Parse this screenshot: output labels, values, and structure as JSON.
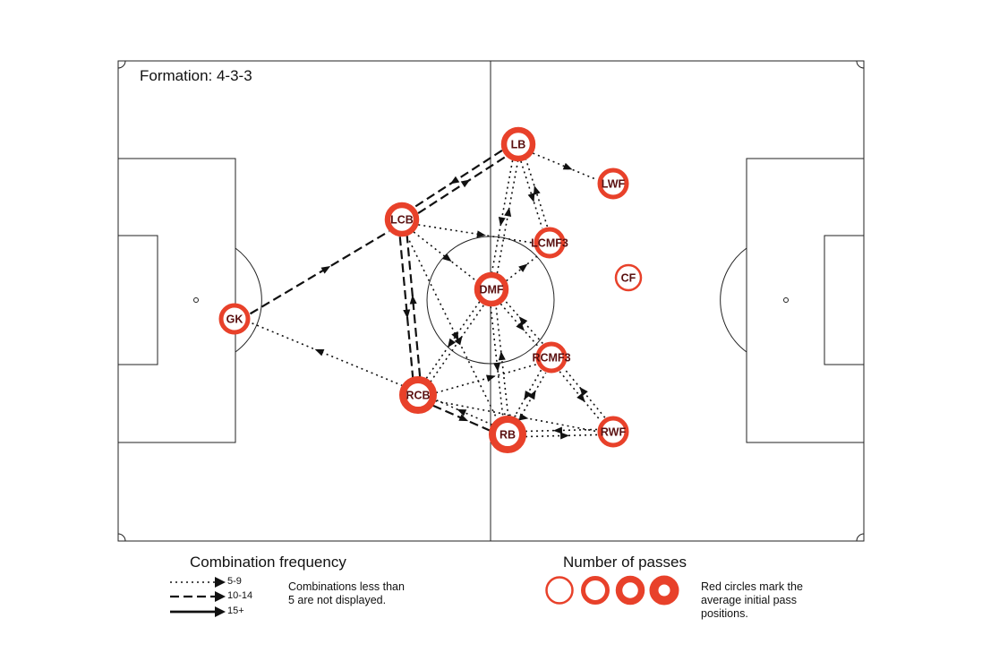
{
  "formation_label": "Formation: 4-3-3",
  "colors": {
    "accent": "#e8412a",
    "line": "#111111",
    "pitch_line": "#222222"
  },
  "chart_data": {
    "type": "pass-network",
    "players": [
      {
        "id": "LB",
        "label": "LB",
        "passes_level": 3
      },
      {
        "id": "LWF",
        "label": "LWF",
        "passes_level": 2
      },
      {
        "id": "LCB",
        "label": "LCB",
        "passes_level": 3
      },
      {
        "id": "LCMF3",
        "label": "LCMF3",
        "passes_level": 2
      },
      {
        "id": "DMF",
        "label": "DMF",
        "passes_level": 3
      },
      {
        "id": "CF",
        "label": "CF",
        "passes_level": 1
      },
      {
        "id": "GK",
        "label": "GK",
        "passes_level": 2
      },
      {
        "id": "RCMF3",
        "label": "RCMF3",
        "passes_level": 2
      },
      {
        "id": "RCB",
        "label": "RCB",
        "passes_level": 4
      },
      {
        "id": "RB",
        "label": "RB",
        "passes_level": 4
      },
      {
        "id": "RWF",
        "label": "RWF",
        "passes_level": 2
      }
    ],
    "combinations": [
      {
        "from": "LCB",
        "to": "LB",
        "freq": "10-14"
      },
      {
        "from": "LB",
        "to": "LCB",
        "freq": "10-14"
      },
      {
        "from": "GK",
        "to": "LCB",
        "freq": "10-14"
      },
      {
        "from": "LCB",
        "to": "RCB",
        "freq": "10-14"
      },
      {
        "from": "RCB",
        "to": "LCB",
        "freq": "10-14"
      },
      {
        "from": "RCB",
        "to": "RB",
        "freq": "10-14"
      },
      {
        "from": "RCB",
        "to": "GK",
        "freq": "5-9"
      },
      {
        "from": "LB",
        "to": "LWF",
        "freq": "5-9"
      },
      {
        "from": "LB",
        "to": "LCMF3",
        "freq": "5-9"
      },
      {
        "from": "LB",
        "to": "DMF",
        "freq": "5-9"
      },
      {
        "from": "DMF",
        "to": "LB",
        "freq": "5-9"
      },
      {
        "from": "LCMF3",
        "to": "LB",
        "freq": "5-9"
      },
      {
        "from": "LCB",
        "to": "LCMF3",
        "freq": "5-9"
      },
      {
        "from": "LCB",
        "to": "DMF",
        "freq": "5-9"
      },
      {
        "from": "LCB",
        "to": "RB",
        "freq": "5-9"
      },
      {
        "from": "DMF",
        "to": "RCB",
        "freq": "5-9"
      },
      {
        "from": "DMF",
        "to": "RB",
        "freq": "5-9"
      },
      {
        "from": "DMF",
        "to": "RCMF3",
        "freq": "5-9"
      },
      {
        "from": "DMF",
        "to": "LCMF3",
        "freq": "5-9"
      },
      {
        "from": "RCB",
        "to": "DMF",
        "freq": "5-9"
      },
      {
        "from": "RCB",
        "to": "RCMF3",
        "freq": "5-9"
      },
      {
        "from": "RCB",
        "to": "RWF",
        "freq": "5-9"
      },
      {
        "from": "RB",
        "to": "DMF",
        "freq": "5-9"
      },
      {
        "from": "RB",
        "to": "RCMF3",
        "freq": "5-9"
      },
      {
        "from": "RB",
        "to": "RWF",
        "freq": "5-9"
      },
      {
        "from": "RB",
        "to": "RCB",
        "freq": "5-9"
      },
      {
        "from": "RWF",
        "to": "RB",
        "freq": "5-9"
      },
      {
        "from": "RWF",
        "to": "RCMF3",
        "freq": "5-9"
      },
      {
        "from": "RCMF3",
        "to": "RWF",
        "freq": "5-9"
      },
      {
        "from": "RCMF3",
        "to": "RB",
        "freq": "5-9"
      },
      {
        "from": "RCMF3",
        "to": "DMF",
        "freq": "5-9"
      }
    ]
  },
  "legend": {
    "frequency": {
      "title": "Combination frequency",
      "items": [
        {
          "label": "5-9",
          "style": "dotted"
        },
        {
          "label": "10-14",
          "style": "dashed"
        },
        {
          "label": "15+",
          "style": "solid"
        }
      ],
      "note": "Combinations less than 5 are not displayed."
    },
    "passes": {
      "title": "Number of passes",
      "note": "Red circles mark the average initial pass positions."
    }
  }
}
